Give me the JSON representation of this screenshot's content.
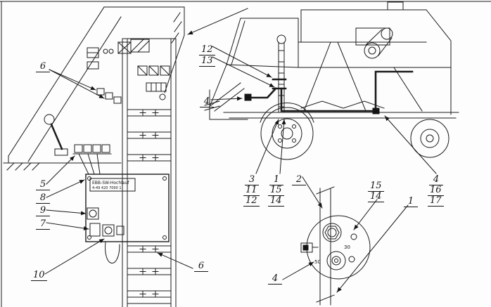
{
  "left_view": {
    "callouts": {
      "top_6": "6",
      "c5": "5",
      "c8": "8",
      "c9": "9",
      "c7": "7",
      "c10": "10",
      "bottom_6": "6"
    },
    "box_label_line1": "EBB-SW-Hochlauf",
    "box_label_line2": "4-49 420 7090 1"
  },
  "side_view": {
    "callouts": {
      "c12": "12",
      "c13": "13",
      "left_4": "4",
      "g1_3": "3",
      "g1_11": "11",
      "g1_12": "12",
      "g2_1": "1",
      "g2_15": "15",
      "g2_14": "14",
      "c2": "2",
      "g3_4": "4",
      "g3_16": "16",
      "g3_17": "17"
    }
  },
  "detail_view": {
    "callouts": {
      "c15": "15",
      "c14": "14",
      "c1": "1",
      "c4": "4"
    },
    "terminal_30": "30",
    "terminal_50": "50"
  }
}
